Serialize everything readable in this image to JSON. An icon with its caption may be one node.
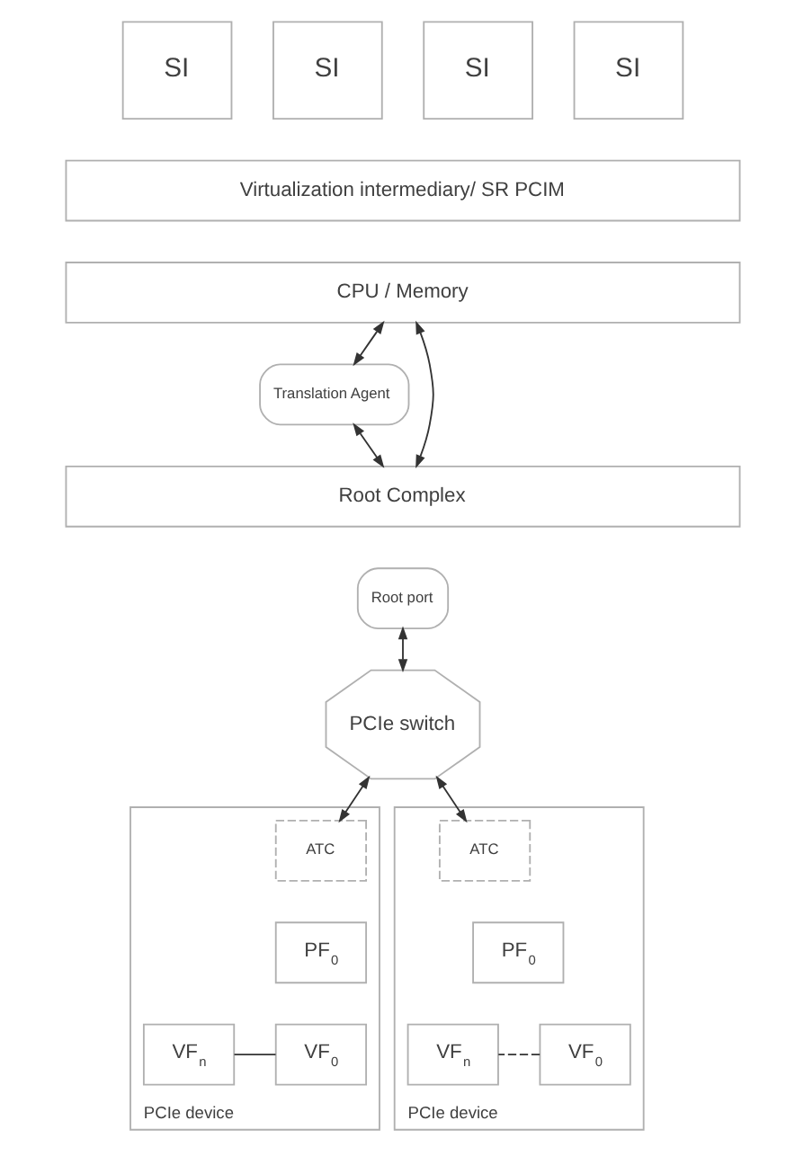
{
  "diagram": {
    "nodes": [
      {
        "text": [
          "SI"
        ]
      },
      {
        "text": [
          "SI"
        ]
      },
      {
        "text": [
          "SI"
        ]
      },
      {
        "text": [
          "SI"
        ]
      },
      {
        "text": [
          "Virtualization intermediary/ SR PCIM"
        ]
      },
      {
        "text": [
          "CPU / Memory"
        ]
      },
      {
        "text": [
          "Translation Agent"
        ]
      },
      {
        "text": [
          "Root Complex"
        ]
      },
      {
        "text": [
          "Root port"
        ]
      },
      {
        "text": [
          "PCIe switch"
        ]
      },
      {
        "text": [
          "PCIe device"
        ]
      },
      {
        "text": [
          "ATC"
        ],
        "in": 10
      },
      {
        "text": [
          "PF$_{0}$"
        ],
        "in": 10
      },
      {
        "text": [
          "VF$_{0}$"
        ],
        "in": 10
      },
      {
        "text": [
          "VF$_{n}$"
        ],
        "in": 10
      },
      {
        "text": [
          "PCIe device"
        ]
      },
      {
        "text": [
          "ATC"
        ],
        "in": 15
      },
      {
        "text": [
          "PF$_{0}$"
        ],
        "in": 15
      },
      {
        "text": [
          "VF$_{0}$"
        ],
        "in": 15
      },
      {
        "text": [
          "VF$_{n}$"
        ],
        "in": 15
      }
    ],
    "edges": [
      {
        "from": 5,
        "to": 7,
        "arrow": "both"
      },
      {
        "from": 5,
        "to": 6,
        "arrow": "both"
      },
      {
        "from": 6,
        "to": 7,
        "arrow": "both"
      },
      {
        "from": 8,
        "to": 9,
        "arrow": "both"
      },
      {
        "from": 9,
        "to": 11,
        "arrow": "both"
      },
      {
        "from": 9,
        "to": 16,
        "arrow": "both"
      },
      {
        "from": 13,
        "to": 14,
        "arrow": "none"
      },
      {
        "from": 18,
        "to": 19,
        "arrow": "none",
        "style": "dashed"
      }
    ]
  }
}
